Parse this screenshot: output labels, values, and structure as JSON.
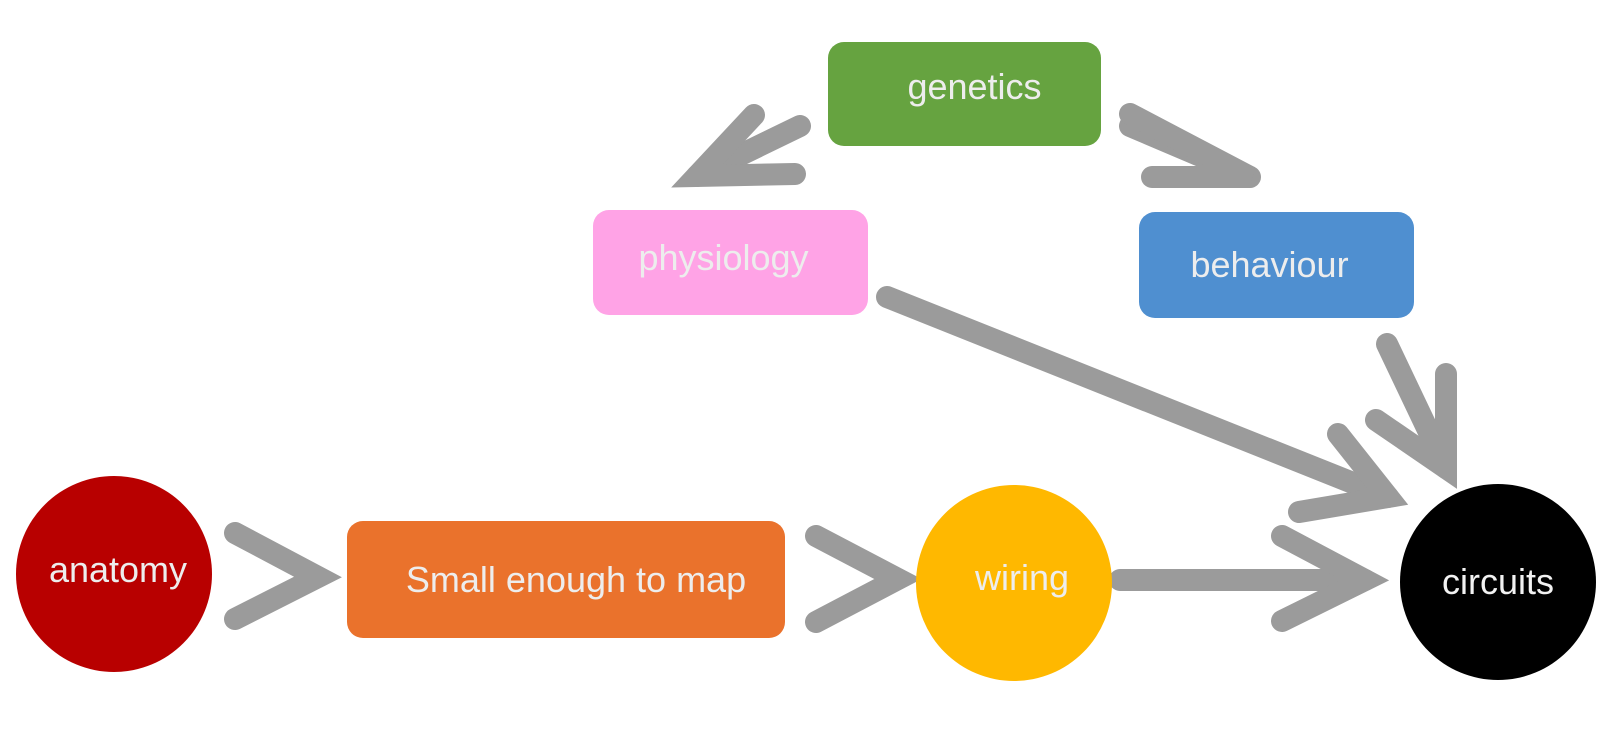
{
  "nodes": {
    "genetics": {
      "label": "genetics",
      "color": "#66A340",
      "text_color": "#EDEDED"
    },
    "physiology": {
      "label": "physiology",
      "color": "#FFA3E6",
      "text_color": "#EDEDED"
    },
    "behaviour": {
      "label": "behaviour",
      "color": "#4F8FD0",
      "text_color": "#EDEDED"
    },
    "anatomy": {
      "label": "anatomy",
      "color": "#B80000",
      "text_color": "#EDEDED"
    },
    "small": {
      "label": "Small enough to map",
      "color": "#EA722C",
      "text_color": "#EDEDED"
    },
    "wiring": {
      "label": "wiring",
      "color": "#FFB800",
      "text_color": "#EDEDED"
    },
    "circuits": {
      "label": "circuits",
      "color": "#000000",
      "text_color": "#F2F2F2"
    }
  },
  "edges": [
    {
      "from": "genetics",
      "to": "physiology"
    },
    {
      "from": "genetics",
      "to": "behaviour"
    },
    {
      "from": "physiology",
      "to": "circuits"
    },
    {
      "from": "behaviour",
      "to": "circuits"
    },
    {
      "from": "anatomy",
      "to": "small"
    },
    {
      "from": "small",
      "to": "wiring"
    },
    {
      "from": "wiring",
      "to": "circuits"
    }
  ],
  "arrow_color": "#9B9B9B"
}
